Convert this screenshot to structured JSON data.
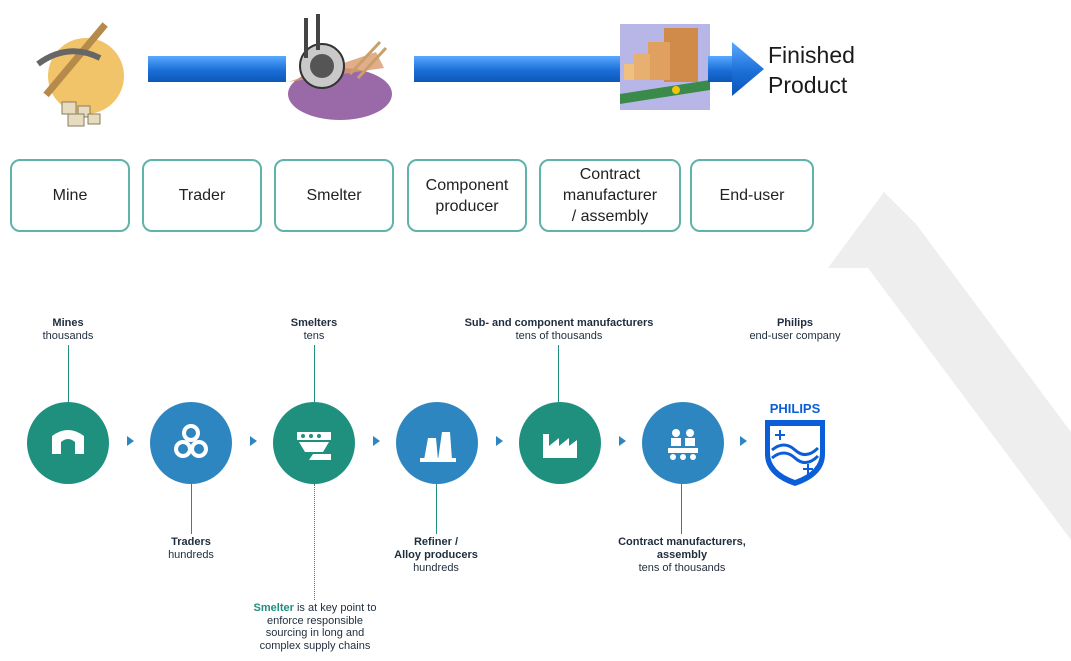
{
  "top_flow": {
    "finished_line1": "Finished",
    "finished_line2": "Product",
    "stages": [
      "Mine",
      "Trader",
      "Smelter",
      "Component\nproducer",
      "Contract\nmanufacturer\n/ assembly",
      "End-user"
    ],
    "icons": [
      "pickaxe-icon",
      "smelting-ladle-icon",
      "factory-conveyor-icon"
    ],
    "colors": {
      "arrow": "#1b6fd6",
      "box_border": "#5fb3a8"
    }
  },
  "bottom_flow": {
    "nodes": [
      {
        "icon": "mine-icon",
        "color": "#1f8f7e"
      },
      {
        "icon": "coins-icon",
        "color": "#2e86c1"
      },
      {
        "icon": "smelter-icon",
        "color": "#1f8f7e"
      },
      {
        "icon": "refinery-icon",
        "color": "#2e86c1"
      },
      {
        "icon": "factory-icon",
        "color": "#1f8f7e"
      },
      {
        "icon": "assembly-workers-icon",
        "color": "#2e86c1"
      }
    ],
    "labels": {
      "mines": {
        "title": "Mines",
        "sub": "thousands"
      },
      "traders": {
        "title": "Traders",
        "sub": "hundreds"
      },
      "smelters": {
        "title": "Smelters",
        "sub": "tens"
      },
      "refiner": {
        "title1": "Refiner /",
        "title2": "Alloy producers",
        "sub": "hundreds"
      },
      "sub_component": {
        "title": "Sub- and component manufacturers",
        "sub": "tens of thousands"
      },
      "contract": {
        "title1": "Contract manufacturers,",
        "title2": "assembly",
        "sub": "tens of thousands"
      },
      "philips": {
        "title": "Philips",
        "sub": "end-user company"
      }
    },
    "logo_text": "PHILIPS",
    "note": {
      "highlight": "Smelter",
      "rest_line1": " is at key point to",
      "line2": "enforce responsible",
      "line3": "sourcing in long and",
      "line4": "complex supply chains"
    }
  }
}
